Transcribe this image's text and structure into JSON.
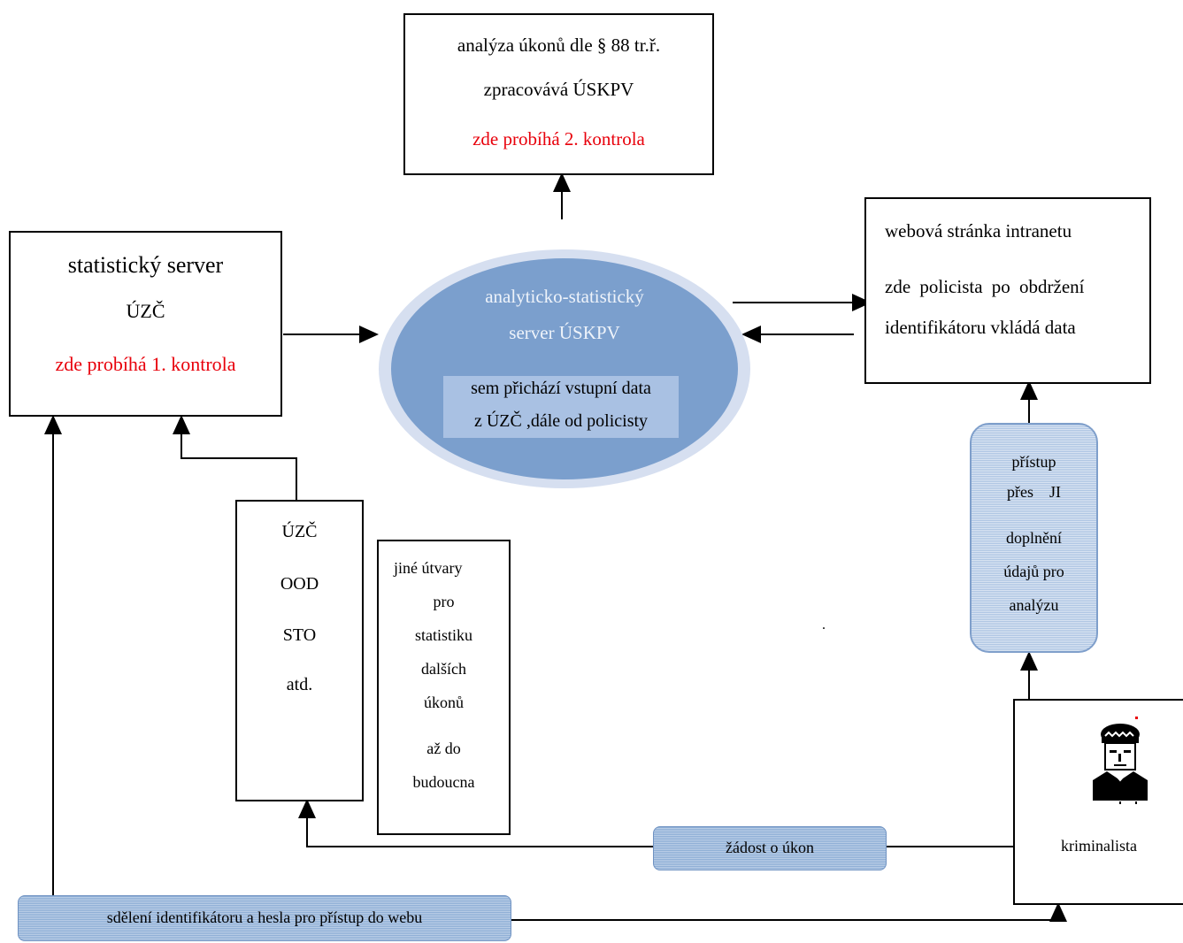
{
  "analyza_box": {
    "line1": "analýza úkonů dle § 88 tr.ř.",
    "line2": "zpracovává ÚSKPV",
    "line3": "zde probíhá 2.  kontrola"
  },
  "stat_server_box": {
    "line1": "statistický server",
    "line2": "ÚZČ",
    "line3": "zde probíhá 1. kontrola"
  },
  "ellipse": {
    "line1": "analyticko-statistický",
    "line2": "server ÚSKPV",
    "label1": "sem přichází vstupní data",
    "label2": "z ÚZČ ,dále od policisty"
  },
  "web_box": {
    "line1": "webová stránka intranetu",
    "line2": "zde policista po obdržení",
    "line3": "identifikátoru vkládá data"
  },
  "uzc_box": {
    "items": [
      "ÚZČ",
      "OOD",
      "STO",
      "atd."
    ]
  },
  "other_box": {
    "lines": [
      "jiné útvary",
      "pro",
      "statistiku",
      "dalších",
      "úkonů",
      "až do",
      "budoucna"
    ]
  },
  "access_pill": {
    "lines": [
      "přístup",
      "přes    JI",
      "doplnění",
      "údajů pro",
      "analýzu"
    ]
  },
  "kriminalista_box": {
    "label": "kriminalista",
    "icon": "police-officer-icon"
  },
  "request_pill": {
    "label": "žádost o úkon"
  },
  "identifier_pill": {
    "label": "sdělení identifikátoru a hesla pro přístup do webu"
  },
  "stray_dot": ".",
  "colors": {
    "red_text": "#e8000b",
    "ellipse_fill": "#7b9fcd",
    "ellipse_ring": "#d6dff0",
    "pill_blue": "#8fafd6"
  }
}
